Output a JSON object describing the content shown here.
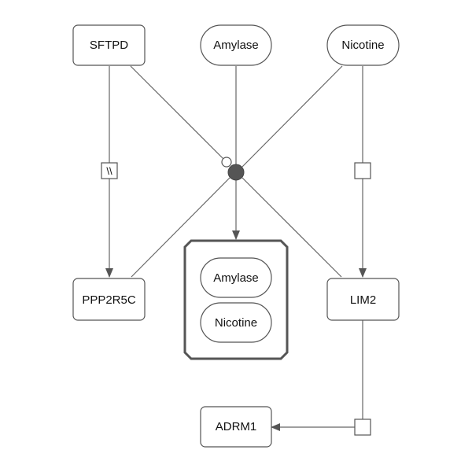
{
  "nodes": {
    "sftpd": "SFTPD",
    "amylase_top": "Amylase",
    "nicotine_top": "Nicotine",
    "ppp2r5c": "PPP2R5C",
    "complex_amylase": "Amylase",
    "complex_nicotine": "Nicotine",
    "lim2": "LIM2",
    "adrm1": "ADRM1"
  },
  "glyphs": {
    "inhibition_symbol": "\\\\"
  },
  "colors": {
    "stroke": "#555555",
    "edge": "#666666",
    "process_node_fill": "#555555",
    "complex_border": "#555555",
    "background": "#ffffff"
  }
}
